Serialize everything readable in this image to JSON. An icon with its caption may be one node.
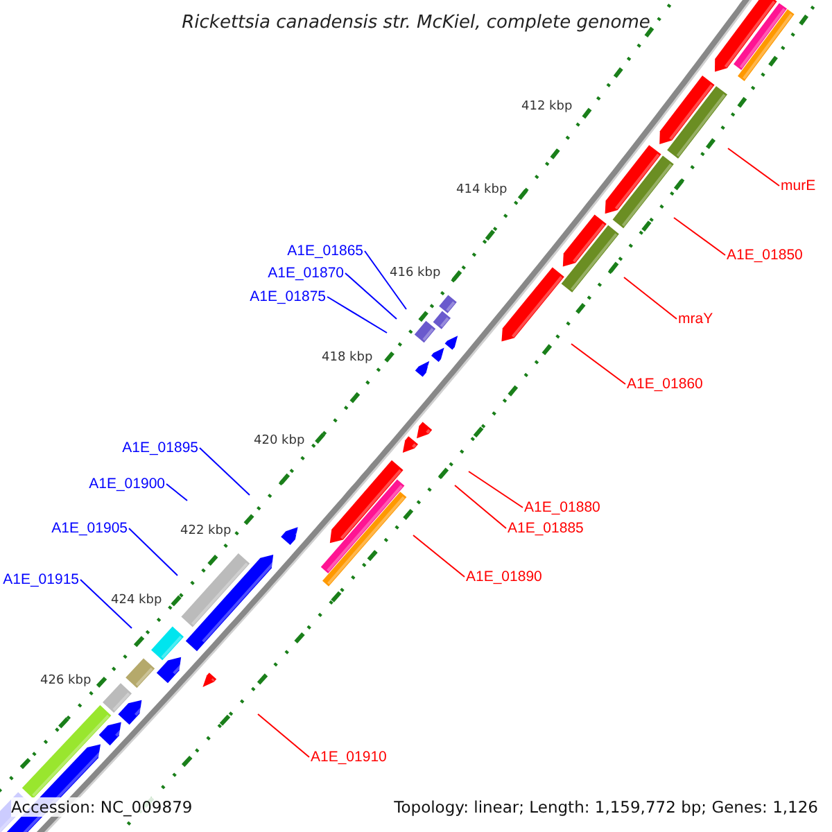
{
  "diagram": {
    "title": "Rickettsia canadensis str. McKiel, complete genome",
    "nodes": [
      {
        "text": [
          "murE"
        ]
      },
      {
        "text": [
          "A1E_01850"
        ]
      },
      {
        "text": [
          "mraY"
        ]
      },
      {
        "text": [
          "A1E_01860"
        ]
      },
      {
        "text": [
          "A1E_01865"
        ]
      },
      {
        "text": [
          "A1E_01870"
        ]
      },
      {
        "text": [
          "A1E_01875"
        ]
      },
      {
        "text": [
          "A1E_01895"
        ]
      },
      {
        "text": [
          "A1E_01900"
        ]
      },
      {
        "text": [
          "A1E_01880"
        ]
      },
      {
        "text": [
          "A1E_01885"
        ]
      },
      {
        "text": [
          "A1E_01905"
        ]
      },
      {
        "text": [
          "A1E_01890"
        ]
      },
      {
        "text": [
          "A1E_01915"
        ]
      },
      {
        "text": [
          "A1E_01910"
        ]
      }
    ],
    "edges": [
      {
        "from": 0,
        "to": null,
        "arrow": "none",
        "color": "#ff0000"
      },
      {
        "from": 1,
        "to": null,
        "arrow": "none",
        "color": "#ff0000"
      },
      {
        "from": 2,
        "to": null,
        "arrow": "none",
        "color": "#ff0000"
      },
      {
        "from": 3,
        "to": null,
        "arrow": "none",
        "color": "#ff0000"
      },
      {
        "from": 4,
        "to": null,
        "arrow": "none",
        "color": "#0000ff"
      },
      {
        "from": 5,
        "to": null,
        "arrow": "none",
        "color": "#0000ff"
      },
      {
        "from": 6,
        "to": null,
        "arrow": "none",
        "color": "#0000ff"
      },
      {
        "from": 7,
        "to": null,
        "arrow": "none",
        "color": "#0000ff"
      },
      {
        "from": 8,
        "to": null,
        "arrow": "none",
        "color": "#0000ff"
      },
      {
        "from": 9,
        "to": null,
        "arrow": "none",
        "color": "#ff0000"
      },
      {
        "from": 10,
        "to": null,
        "arrow": "none",
        "color": "#ff0000"
      },
      {
        "from": 11,
        "to": null,
        "arrow": "none",
        "color": "#0000ff"
      },
      {
        "from": 12,
        "to": null,
        "arrow": "none",
        "color": "#ff0000"
      },
      {
        "from": 13,
        "to": null,
        "arrow": "none",
        "color": "#0000ff"
      },
      {
        "from": 14,
        "to": null,
        "arrow": "none",
        "color": "#ff0000"
      }
    ],
    "labels": [
      "412 kbp",
      "414 kbp",
      "416 kbp",
      "418 kbp",
      "420 kbp",
      "422 kbp",
      "424 kbp",
      "426 kbp",
      "Accession: NC_009879",
      "Topology: linear; Length: 1,159,772 bp; Genes: 1,126"
    ]
  }
}
